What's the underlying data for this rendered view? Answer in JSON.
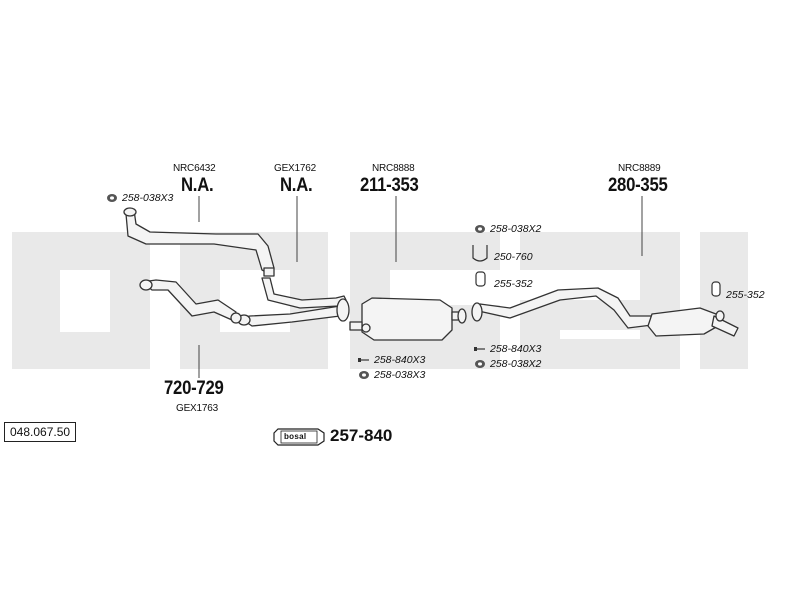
{
  "catalog_number": "048.067.50",
  "parts": {
    "nrc6432": {
      "oe": "NRC6432",
      "pn": "N.A."
    },
    "gex1762": {
      "oe": "GEX1762",
      "pn": "N.A."
    },
    "nrc8888": {
      "oe": "NRC8888",
      "pn": "211-353"
    },
    "nrc8889": {
      "oe": "NRC8889",
      "pn": "280-355"
    },
    "gex1763": {
      "oe": "GEX1763",
      "pn": "720-729"
    }
  },
  "refs": {
    "r1": "258-038X3",
    "r2": "258-038X2",
    "r3": "250-760",
    "r4": "255-352",
    "r5": "255-352",
    "r6": "258-840X3",
    "r7": "258-038X3",
    "r8": "258-840X3",
    "r9": "258-038X2"
  },
  "kit": {
    "logo": "bosal",
    "number": "257-840"
  },
  "watermark": "bosal",
  "colors": {
    "line": "#333333",
    "watermark": "#e9e9e9",
    "part_fill": "#f4f4f4"
  }
}
